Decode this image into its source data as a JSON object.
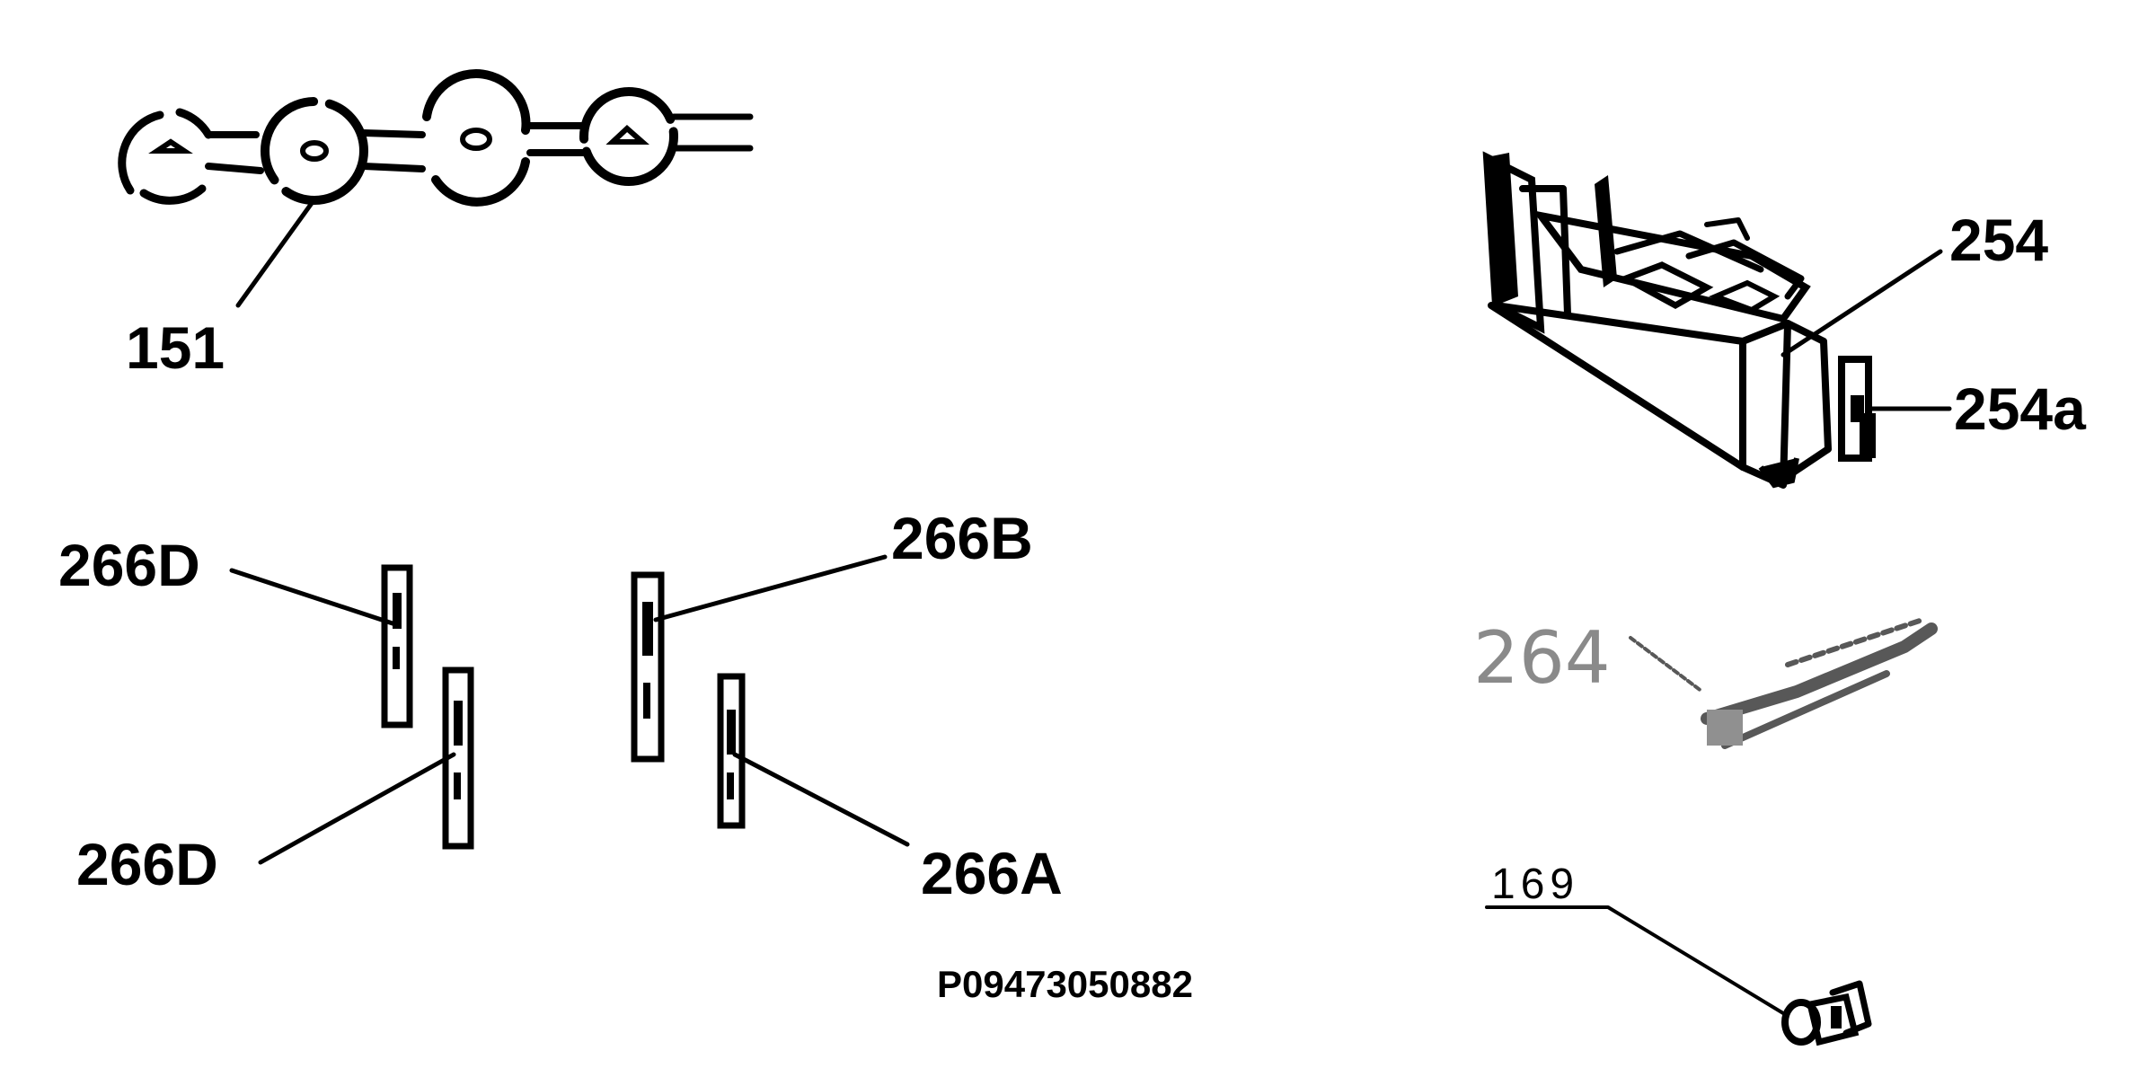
{
  "labels": {
    "p151": "151",
    "p254": "254",
    "p254a": "254a",
    "p264": "264",
    "p169": "169",
    "p266D_top": "266D",
    "p266D_bottom": "266D",
    "p266B": "266B",
    "p266A": "266A"
  },
  "drawing_code": "P09473050882"
}
